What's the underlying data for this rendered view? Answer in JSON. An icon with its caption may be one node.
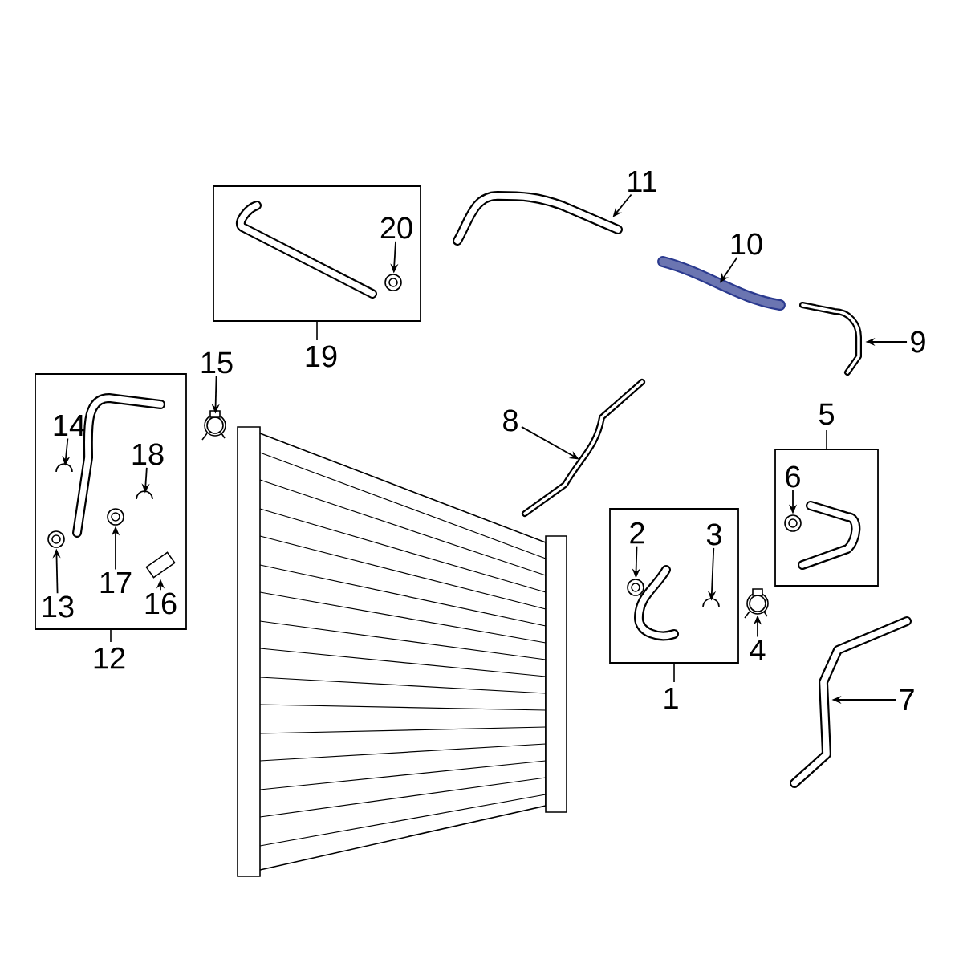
{
  "diagram": {
    "nodes": [
      {
        "text": [
          "19"
        ]
      },
      {
        "text": [
          "20"
        ],
        "in": 0
      },
      {
        "text": [
          "11"
        ]
      },
      {
        "text": [
          "10"
        ]
      },
      {
        "text": [
          "9"
        ]
      },
      {
        "text": [
          "15"
        ]
      },
      {
        "text": [
          "8"
        ]
      },
      {
        "text": [
          "5"
        ]
      },
      {
        "text": [
          "6"
        ],
        "in": 7
      },
      {
        "text": [
          "12"
        ]
      },
      {
        "text": [
          "14"
        ],
        "in": 9
      },
      {
        "text": [
          "18"
        ],
        "in": 9
      },
      {
        "text": [
          "13"
        ],
        "in": 9
      },
      {
        "text": [
          "17"
        ],
        "in": 9
      },
      {
        "text": [
          "16"
        ],
        "in": 9
      },
      {
        "text": [
          "1"
        ]
      },
      {
        "text": [
          "2"
        ],
        "in": 15
      },
      {
        "text": [
          "3"
        ],
        "in": 15
      },
      {
        "text": [
          "4"
        ]
      },
      {
        "text": [
          "7"
        ]
      },
      {
        "text": [],
        "shape": "picture",
        "in": 0
      },
      {
        "text": [],
        "shape": "picture"
      },
      {
        "text": [],
        "shape": "picture"
      },
      {
        "text": [],
        "shape": "picture"
      },
      {
        "text": [],
        "shape": "picture"
      },
      {
        "text": [],
        "shape": "picture"
      },
      {
        "text": [],
        "shape": "picture",
        "in": 7
      },
      {
        "text": [],
        "shape": "picture",
        "in": 9
      },
      {
        "text": [],
        "shape": "picture",
        "in": 9
      },
      {
        "text": [],
        "shape": "picture",
        "in": 9
      },
      {
        "text": [],
        "shape": "picture",
        "in": 9
      },
      {
        "text": [],
        "shape": "picture",
        "in": 9
      },
      {
        "text": [],
        "shape": "picture",
        "in": 15
      },
      {
        "text": [],
        "shape": "picture",
        "in": 15
      },
      {
        "text": [],
        "shape": "picture"
      },
      {
        "text": [],
        "shape": "picture"
      }
    ],
    "edges": [
      {
        "from": 1,
        "to": 20,
        "arrow": "to"
      },
      {
        "from": 2,
        "to": 21,
        "arrow": "to"
      },
      {
        "from": 3,
        "to": 22,
        "arrow": "to"
      },
      {
        "from": 4,
        "to": 23,
        "arrow": "to"
      },
      {
        "from": 5,
        "to": 24,
        "arrow": "to"
      },
      {
        "from": 6,
        "to": 25,
        "arrow": "to"
      },
      {
        "from": 8,
        "to": 26,
        "arrow": "to"
      },
      {
        "from": 10,
        "to": 27,
        "arrow": "to"
      },
      {
        "from": 11,
        "to": 28,
        "arrow": "to"
      },
      {
        "from": 12,
        "to": 29,
        "arrow": "to"
      },
      {
        "from": 13,
        "to": 30,
        "arrow": "to"
      },
      {
        "from": 14,
        "to": 31,
        "arrow": "to"
      },
      {
        "from": 16,
        "to": 32,
        "arrow": "to"
      },
      {
        "from": 17,
        "to": 33,
        "arrow": "to"
      },
      {
        "from": 18,
        "to": 34,
        "arrow": "to"
      },
      {
        "from": 19,
        "to": 35,
        "arrow": "to"
      }
    ]
  }
}
